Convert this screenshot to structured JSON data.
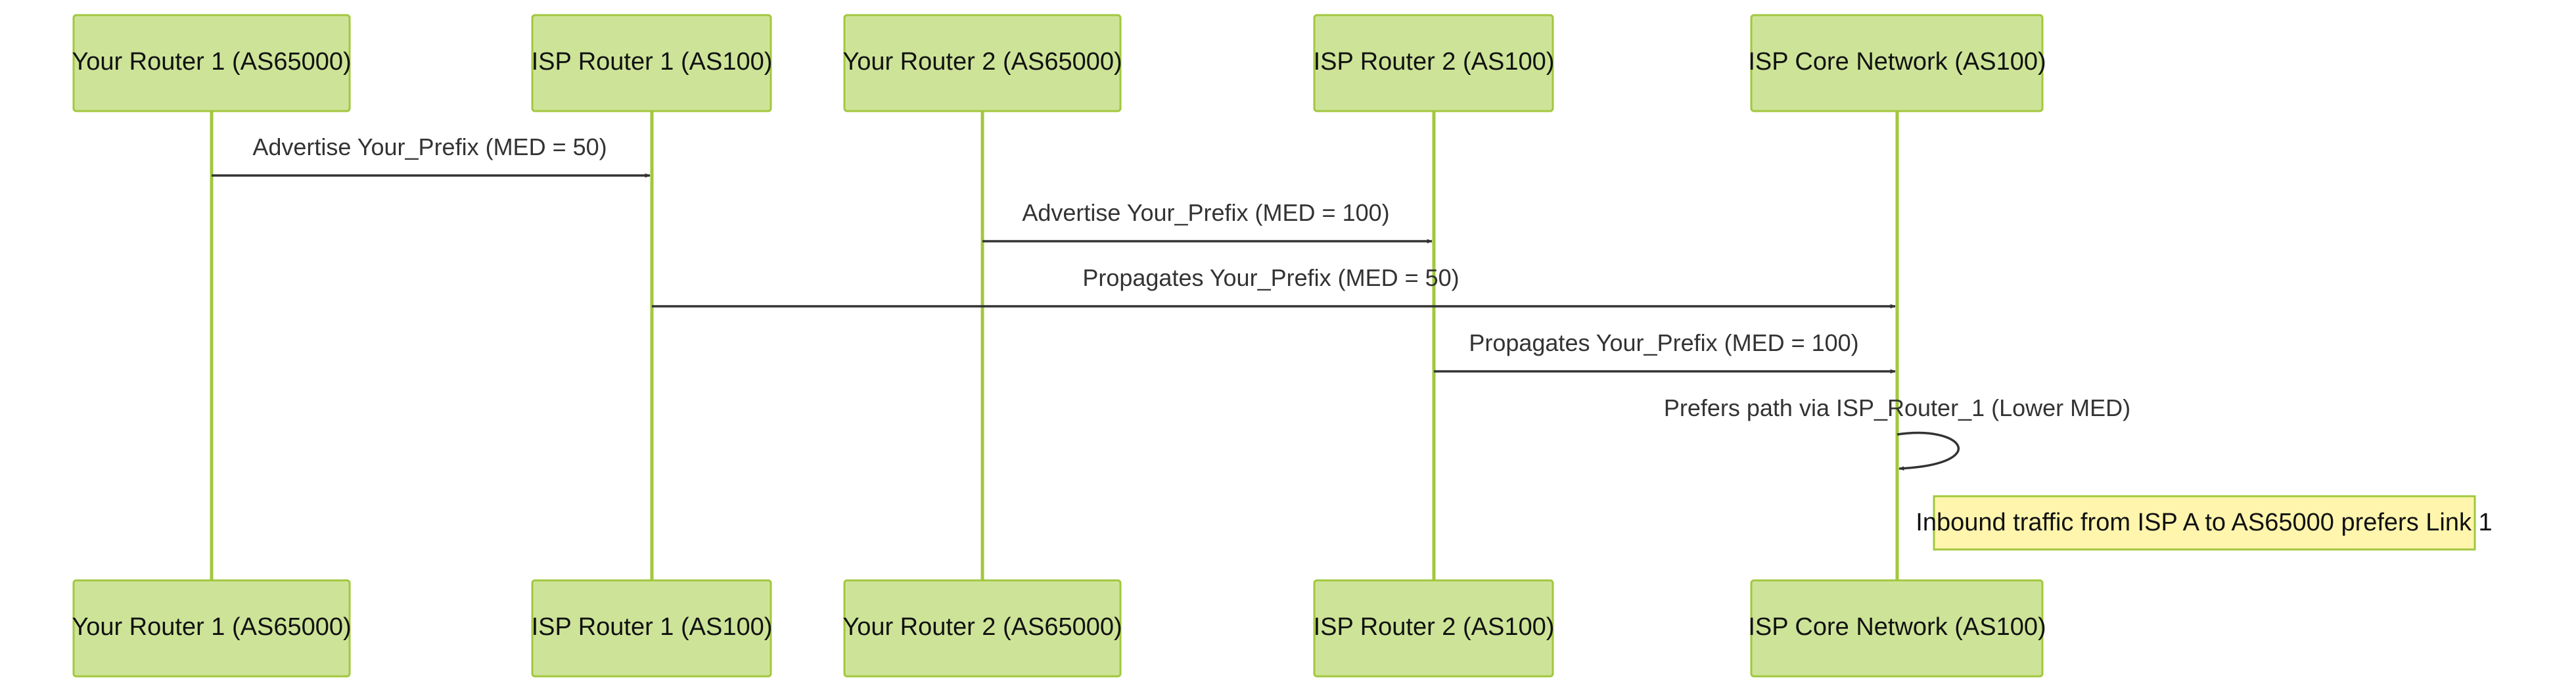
{
  "participants": [
    {
      "id": "R1",
      "label": "Your Router 1 (AS65000)"
    },
    {
      "id": "ISP1",
      "label": "ISP Router 1 (AS100)"
    },
    {
      "id": "R2",
      "label": "Your Router 2 (AS65000)"
    },
    {
      "id": "ISP2",
      "label": "ISP Router 2 (AS100)"
    },
    {
      "id": "CORE",
      "label": "ISP Core Network (AS100)"
    }
  ],
  "messages": [
    {
      "from": "R1",
      "to": "ISP1",
      "label": "Advertise Your_Prefix (MED = 50)"
    },
    {
      "from": "R2",
      "to": "ISP2",
      "label": "Advertise Your_Prefix (MED = 100)"
    },
    {
      "from": "ISP1",
      "to": "CORE",
      "label": "Propagates Your_Prefix (MED = 50)"
    },
    {
      "from": "ISP2",
      "to": "CORE",
      "label": "Propagates Your_Prefix (MED = 100)"
    },
    {
      "from": "CORE",
      "to": "CORE",
      "label": "Prefers path via ISP_Router_1 (Lower MED)"
    }
  ],
  "note": {
    "over": "CORE",
    "text": "Inbound traffic from ISP A to AS65000 prefers Link 1"
  },
  "colors": {
    "actor_fill": "#cde498",
    "actor_border": "#a2c73e",
    "lifeline": "#a2c73e",
    "arrow": "#333333",
    "note_fill": "#fff5ad"
  }
}
